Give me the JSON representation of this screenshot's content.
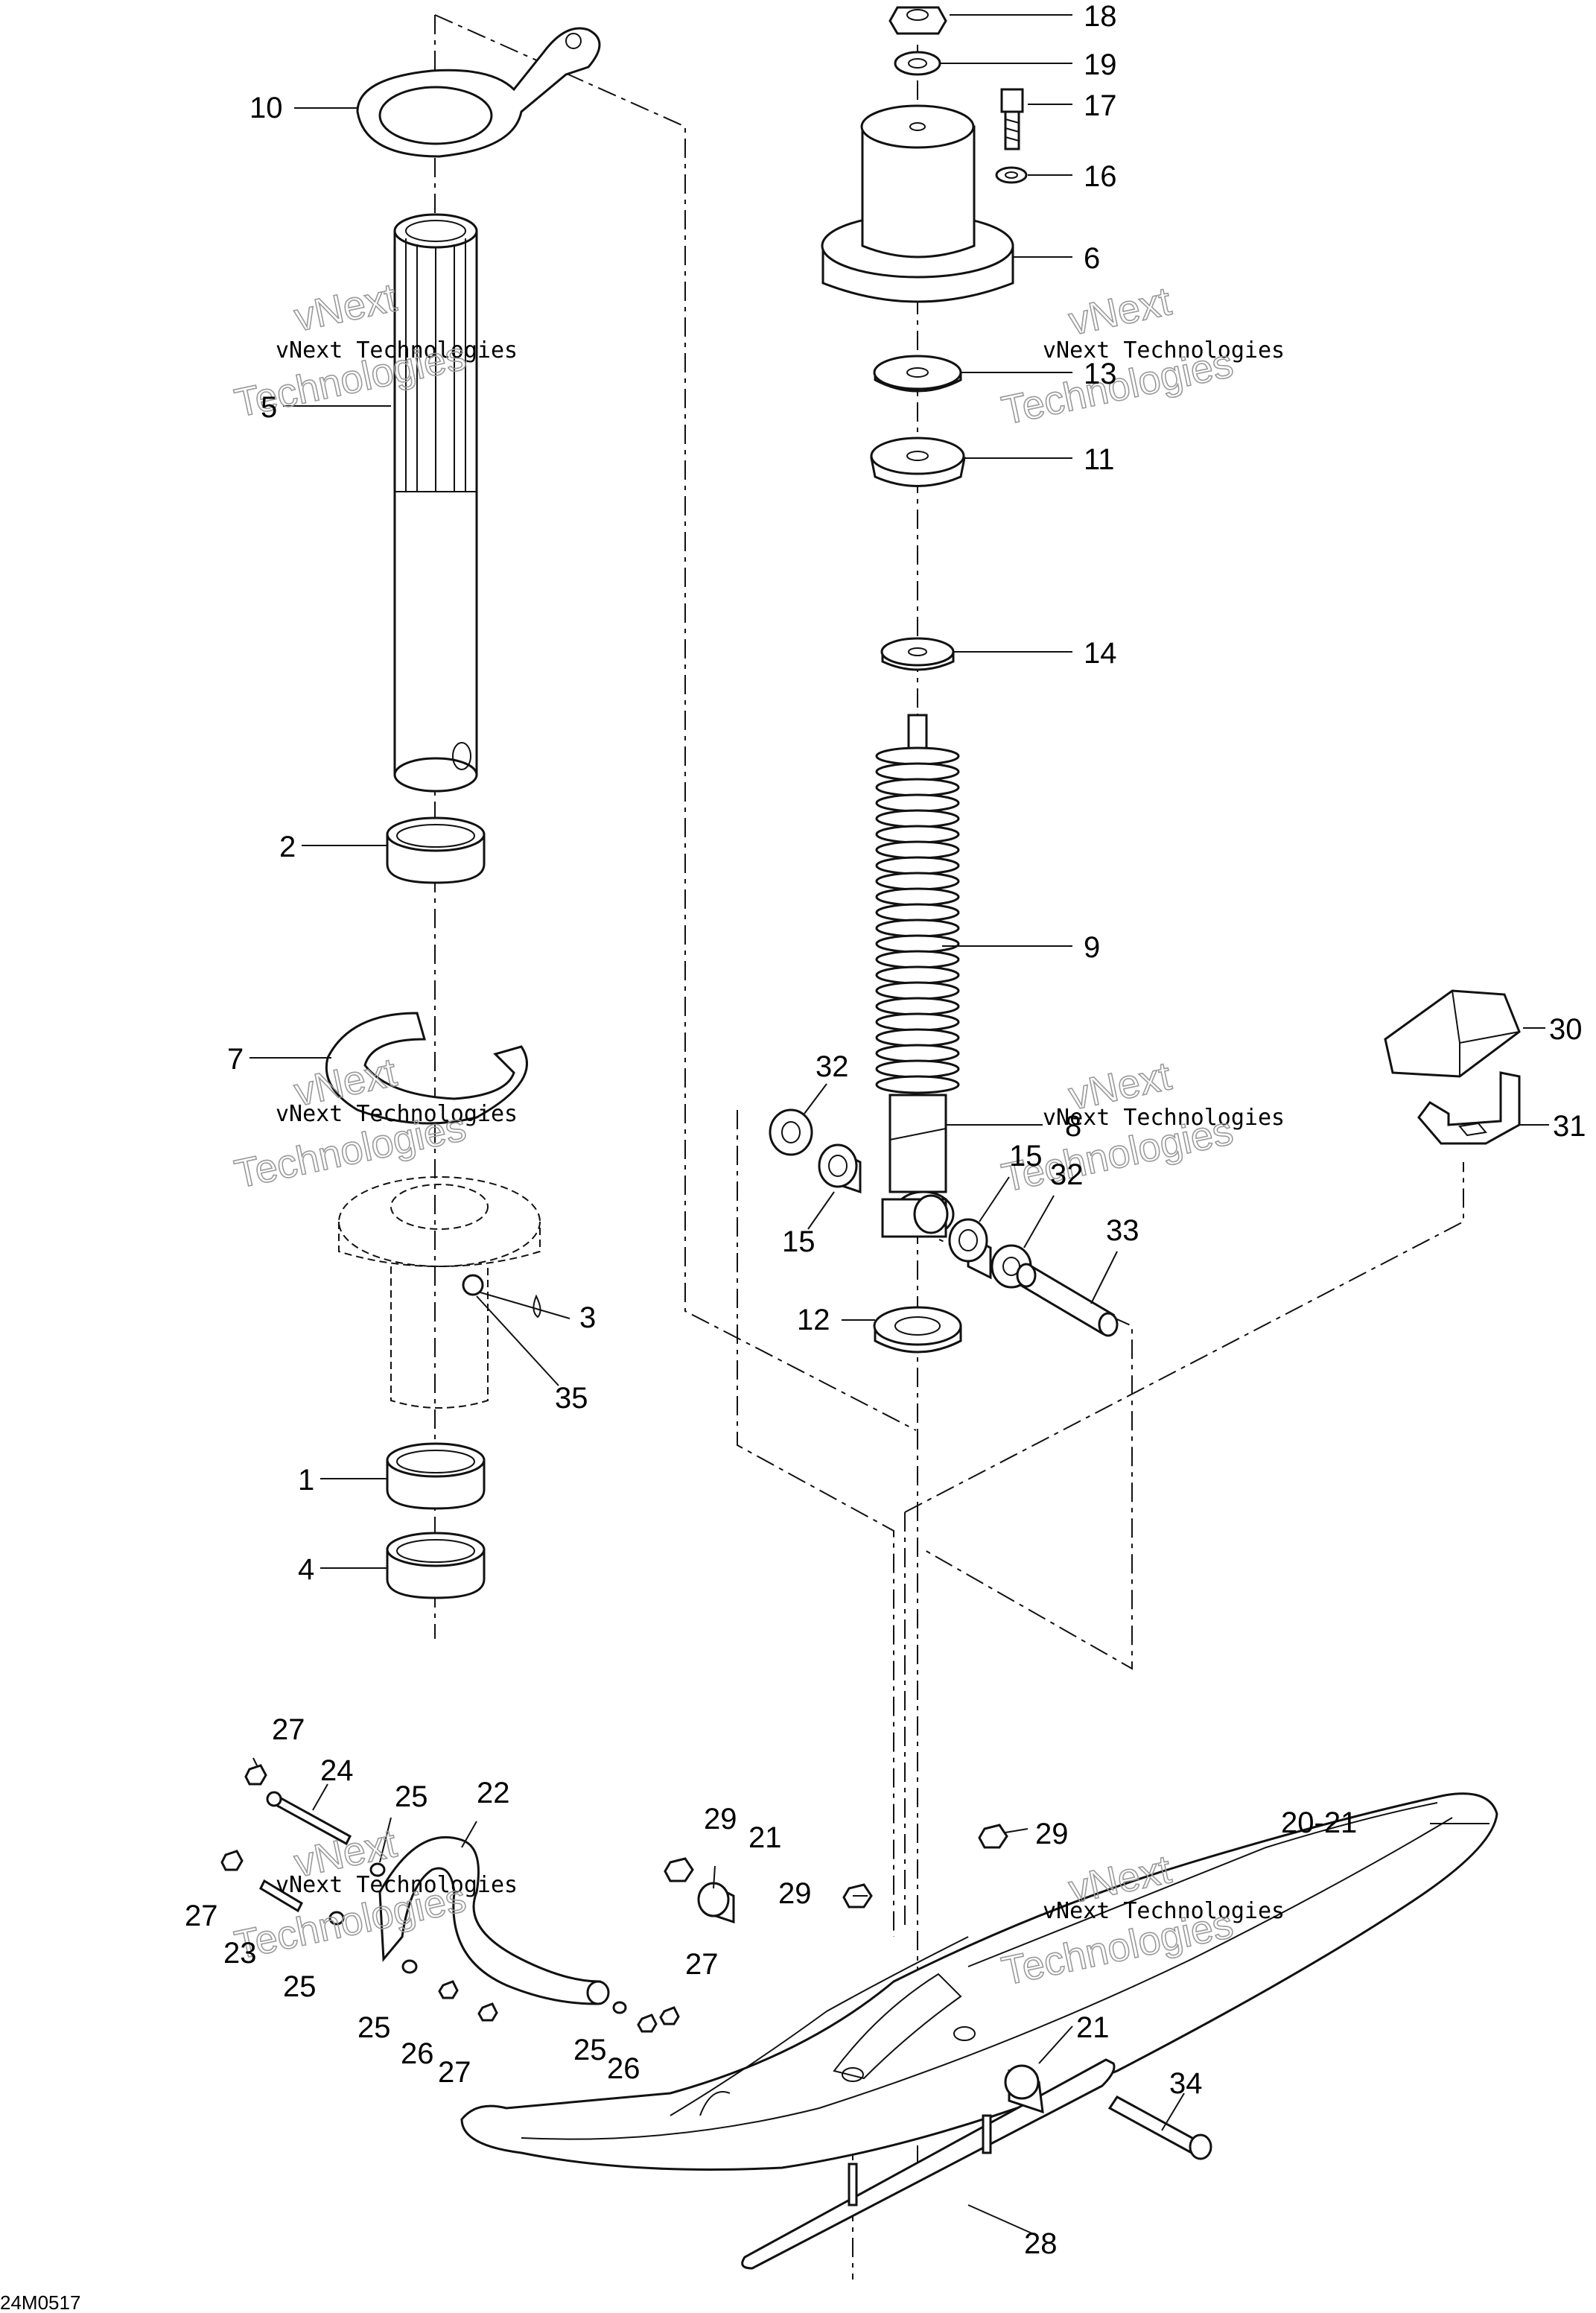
{
  "diagram_code": "24M0517",
  "watermark": {
    "line1": "vNext Technologies",
    "outline1": "vNext",
    "outline2": "Technologies"
  },
  "callouts": [
    {
      "id": "c10",
      "label": "10"
    },
    {
      "id": "c5",
      "label": "5"
    },
    {
      "id": "c2",
      "label": "2"
    },
    {
      "id": "c7",
      "label": "7"
    },
    {
      "id": "c3",
      "label": "3"
    },
    {
      "id": "c35",
      "label": "35"
    },
    {
      "id": "c1",
      "label": "1"
    },
    {
      "id": "c4",
      "label": "4"
    },
    {
      "id": "c18",
      "label": "18"
    },
    {
      "id": "c19",
      "label": "19"
    },
    {
      "id": "c17",
      "label": "17"
    },
    {
      "id": "c16",
      "label": "16"
    },
    {
      "id": "c6",
      "label": "6"
    },
    {
      "id": "c13",
      "label": "13"
    },
    {
      "id": "c11",
      "label": "11"
    },
    {
      "id": "c14",
      "label": "14"
    },
    {
      "id": "c9",
      "label": "9"
    },
    {
      "id": "c32a",
      "label": "32"
    },
    {
      "id": "c8",
      "label": "8"
    },
    {
      "id": "c15a",
      "label": "15"
    },
    {
      "id": "c15b",
      "label": "15"
    },
    {
      "id": "c32b",
      "label": "32"
    },
    {
      "id": "c33",
      "label": "33"
    },
    {
      "id": "c12",
      "label": "12"
    },
    {
      "id": "c30",
      "label": "30"
    },
    {
      "id": "c31",
      "label": "31"
    },
    {
      "id": "c27a",
      "label": "27"
    },
    {
      "id": "c24",
      "label": "24"
    },
    {
      "id": "c25a",
      "label": "25"
    },
    {
      "id": "c22",
      "label": "22"
    },
    {
      "id": "c27b",
      "label": "27"
    },
    {
      "id": "c23",
      "label": "23"
    },
    {
      "id": "c25b",
      "label": "25"
    },
    {
      "id": "c25c",
      "label": "25"
    },
    {
      "id": "c26a",
      "label": "26"
    },
    {
      "id": "c27c",
      "label": "27"
    },
    {
      "id": "c27d",
      "label": "27"
    },
    {
      "id": "c25d",
      "label": "25"
    },
    {
      "id": "c26b",
      "label": "26"
    },
    {
      "id": "c29a",
      "label": "29"
    },
    {
      "id": "c21a",
      "label": "21"
    },
    {
      "id": "c29b",
      "label": "29"
    },
    {
      "id": "c29c",
      "label": "29"
    },
    {
      "id": "c2021",
      "label": "20-21"
    },
    {
      "id": "c21b",
      "label": "21"
    },
    {
      "id": "c34",
      "label": "34"
    },
    {
      "id": "c28",
      "label": "28"
    }
  ]
}
